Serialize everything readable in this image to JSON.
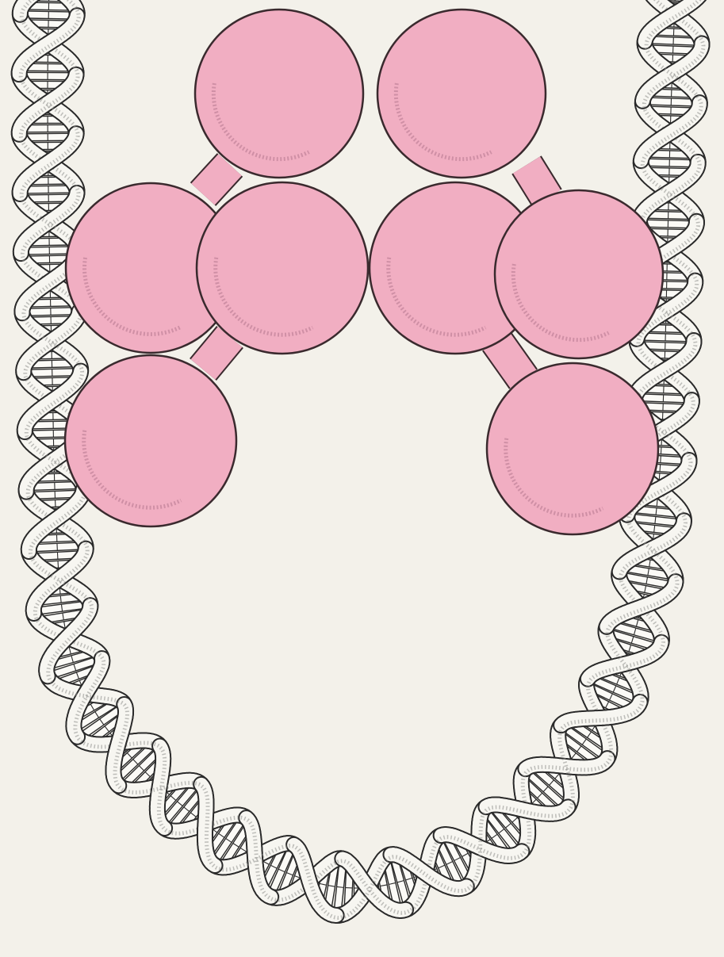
{
  "illustration": {
    "subject": "",
    "colors": {
      "background": "#f3f1ea",
      "protein_fill": "#f1aec2",
      "protein_stroke": "#3a2a2e",
      "protein_shade": "#c98aa0",
      "dna_strand_fill": "#f7f6f1",
      "dna_strand_stroke": "#2a2a2a",
      "dna_stipple": "#8e8e8a",
      "dna_base_pair_fill": "#fbfaf6"
    },
    "protein_subunit_count": 8,
    "linker_count": 4,
    "dna_helix_count": 1
  }
}
